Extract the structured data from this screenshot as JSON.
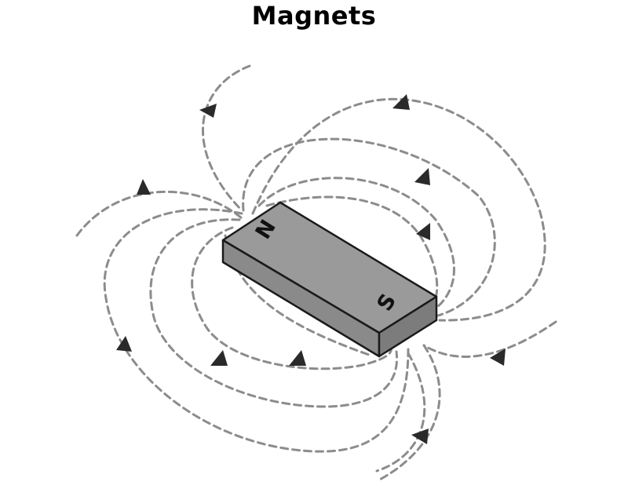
{
  "title": "Magnets",
  "magnet": {
    "north_label": "N",
    "south_label": "S",
    "top_color": "#9a9a9a",
    "front_color": "#8a8a8a",
    "side_color": "#7c7c7c",
    "outline_color": "#1a1a1a"
  },
  "field_lines": {
    "color": "#8c8c8c",
    "arrow_color": "#2a2a2a",
    "arrow_icon": "field-direction-arrow",
    "direction": "north-to-south"
  }
}
